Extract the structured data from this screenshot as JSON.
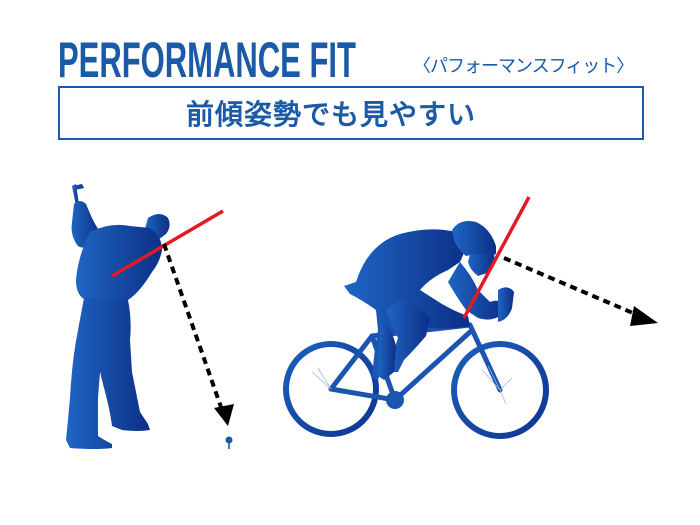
{
  "header": {
    "title": "PERFORMANCE FIT",
    "subtitle": "〈パフォーマンスフィット〉",
    "tagline": "前傾姿勢でも見やすい"
  },
  "illustrations": [
    {
      "name": "golfer",
      "description": "golfer silhouette in follow-through, red lens line across eyes, dashed arrow gaze down to tee"
    },
    {
      "name": "cyclist",
      "description": "road cyclist silhouette in forward-leaning posture, red lens line, dashed arrow gaze forward"
    }
  ],
  "colors": {
    "brand_blue": "#1a5aa6",
    "silhouette_light": "#1f63bf",
    "silhouette_dark": "#0c2f86",
    "lens_line": "#e01b24",
    "gaze_arrow": "#000000"
  }
}
